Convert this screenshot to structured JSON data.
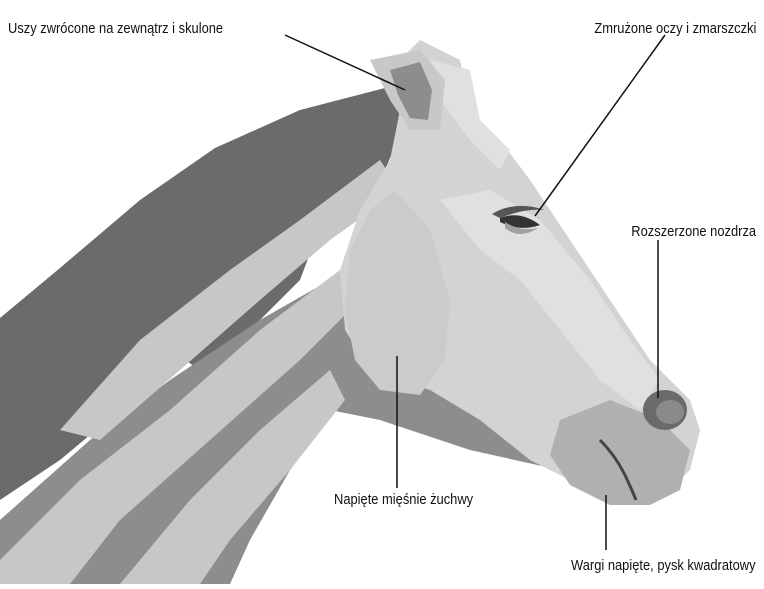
{
  "labels": {
    "ears": "Uszy zwrócone na zewnątrz i skulone",
    "eyes": "Zmrużone oczy i zmarszczki",
    "nostrils": "Rozszerzone nozdrza",
    "jaw": "Napięte mięśnie żuchwy",
    "lips": "Wargi napięte, pysk kwadratowy"
  },
  "colors": {
    "mane": "#6b6b6b",
    "neck_back": "#8d8d8d",
    "neck_light": "#c7c7c7",
    "head": "#d3d3d3",
    "head_light": "#e0e0e0",
    "muzzle": "#b0b0b0",
    "nostril": "#6a6a6a",
    "jaw": "#cdcdcd",
    "leader_line": "#111111"
  }
}
